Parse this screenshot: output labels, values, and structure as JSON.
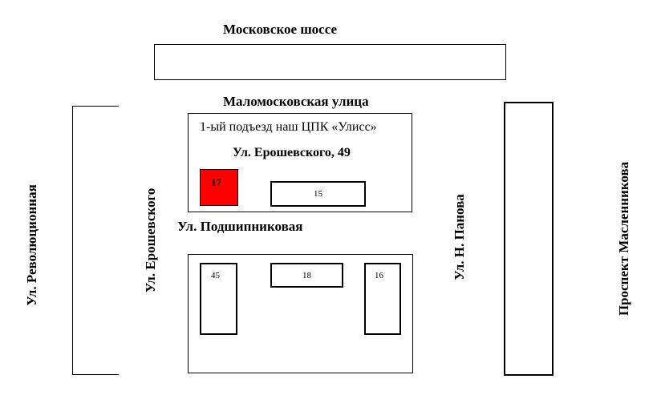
{
  "streets": {
    "moskovskoe_shosse": "Московское шоссе",
    "malomoskovskaya": "Маломосковская улица",
    "podshipnikovaya": "Ул. Подшипниковая",
    "revolyutsionnaya": "Ул. Революционная",
    "eroshevskogo": "Ул. Ерошевского",
    "panova": "Ул. Н. Панова",
    "maslennikova": "Проспект Масленникова"
  },
  "main_block": {
    "entrance_note": "1-ый подъезд наш ЦПК «Улисс»",
    "address": "Ул. Ерошевского, 49"
  },
  "buildings": {
    "b17": {
      "number": "17",
      "highlighted": true,
      "color": "#ff0000"
    },
    "b15": {
      "number": "15"
    },
    "b45": {
      "number": "45"
    },
    "b18": {
      "number": "18"
    },
    "b16": {
      "number": "16"
    }
  }
}
